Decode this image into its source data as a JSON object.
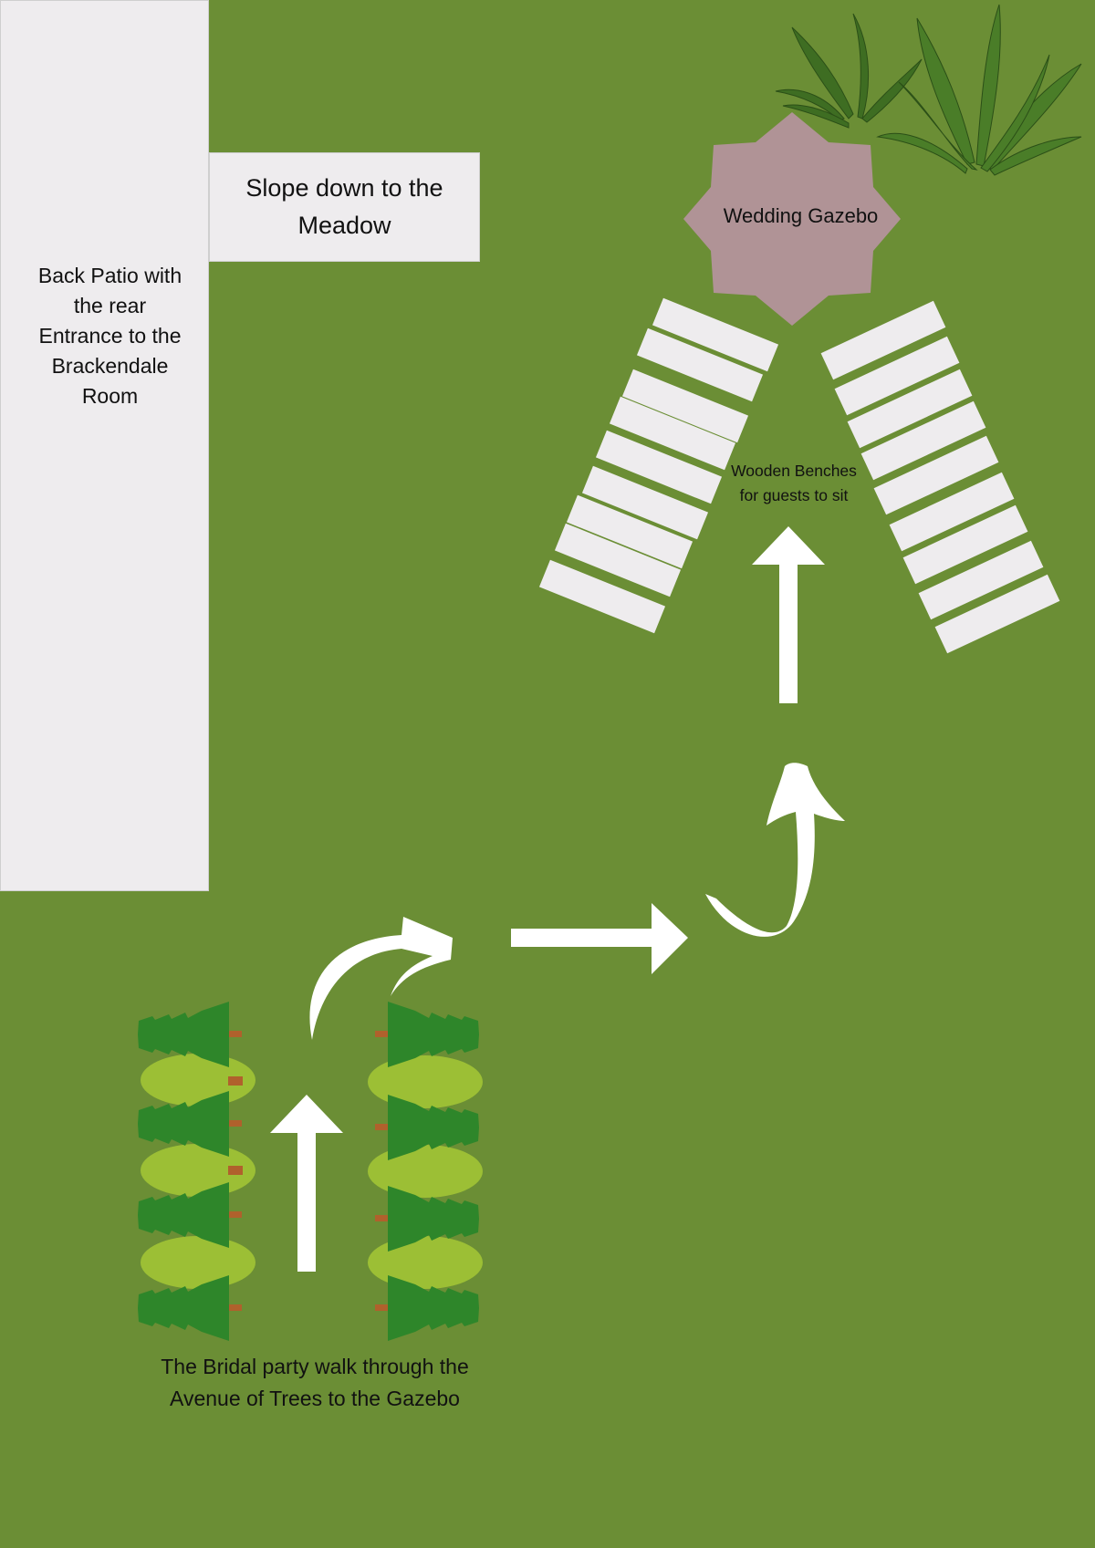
{
  "patio": {
    "label": "Back Patio with the rear Entrance to the Brackendale Room"
  },
  "slope": {
    "label": "Slope down to the Meadow"
  },
  "gazebo": {
    "label": "Wedding Gazebo"
  },
  "benches": {
    "label": "Wooden Benches for guests to sit"
  },
  "bridal_path": {
    "label": "The Bridal party walk through the Avenue of Trees to the Gazebo"
  },
  "colors": {
    "grass": "#6b8e35",
    "bench": "#eeecee",
    "gazebo": "#b09396",
    "pine": "#2e862a",
    "shrub": "#9cbf35",
    "trunk": "#b0612c",
    "arrow": "#ffffff"
  },
  "icons": [
    "decorative-plant-icon",
    "pine-tree-icon",
    "round-bush-icon",
    "arrow-icon"
  ]
}
